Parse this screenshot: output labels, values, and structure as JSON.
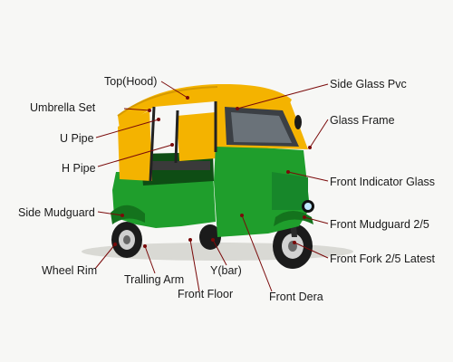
{
  "colors": {
    "body_green": "#1f9e2c",
    "dark_green": "#14731d",
    "roof_yellow": "#f4b300",
    "frame_black": "#222222",
    "leader_line": "#7a0a0a"
  },
  "labels": {
    "top_hood": "Top(Hood)",
    "umbrella_set": "Umbrella Set",
    "u_pipe": "U Pipe",
    "h_pipe": "H Pipe",
    "side_mudguard": "Side Mudguard",
    "wheel_rim": "Wheel Rim",
    "tralling_arm": "Tralling Arm",
    "front_floor": "Front Floor",
    "y_bar": "Y(bar)",
    "front_dera": "Front Dera",
    "side_glass_pvc": "Side Glass Pvc",
    "glass_frame": "Glass Frame",
    "front_indicator_glass": "Front Indicator Glass",
    "front_mudguard": "Front Mudguard 2/5",
    "front_fork": "Front Fork 2/5 Latest"
  }
}
